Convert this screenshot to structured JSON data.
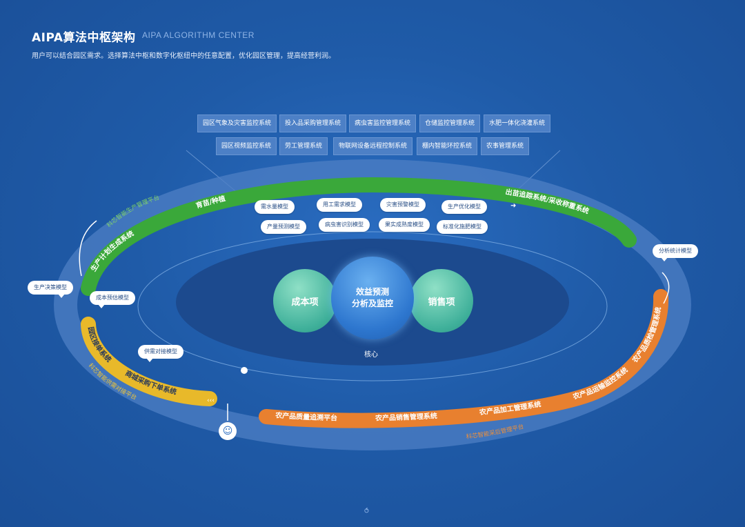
{
  "header": {
    "title": "AIPA算法中枢架构",
    "title_en": "AIPA ALGORITHM CENTER",
    "subtitle": "用户可以结合园区需求。选择算法中枢和数字化枢纽中的任意配置，优化园区管理，提高经营利润。"
  },
  "systems_top": [
    "园区气象及灾害监控系统",
    "投入品采购管理系统",
    "病虫害监控管理系统",
    "仓储监控管理系统",
    "水肥一体化浇灌系统"
  ],
  "systems_bottom": [
    "园区视频监控系统",
    "劳工管理系统",
    "物联网设备远程控制系统",
    "棚内智能环控系统",
    "农事管理系统"
  ],
  "models": {
    "water": "需水量模型",
    "labor": "用工需求模型",
    "disaster": "灾害预警模型",
    "production_opt": "生产优化模型",
    "yield_pred": "产量预测模型",
    "pest_id": "病虫害识别模型",
    "ripeness": "果实成熟度模型",
    "fertilize": "标准化施肥模型",
    "stats": "分析统计模型",
    "decision": "生产决策模型",
    "cost_est": "成本预估模型",
    "supply": "供需对接模型"
  },
  "green_arc": {
    "platform": "科芯智能生产管理平台",
    "plan": "生产计划生成系统",
    "grow": "育苗/种植",
    "trace": "出苗追踪系统/采收称重系统"
  },
  "orange_arc": {
    "platform": "科芯智能采后管理平台",
    "quality_mgmt": "农产品质检管理系统",
    "transport": "农产品运输监控系统",
    "processing": "农产品加工管理系统",
    "sales_mgmt": "农产品销售管理系统",
    "trace_platform": "农产品质量追溯平台"
  },
  "yellow_arc": {
    "platform": "科芯智能供需对接平台",
    "receive": "园区接单系统",
    "purchase": "商城采购下单系统"
  },
  "core": {
    "cost": "成本项",
    "center_line1": "效益预测",
    "center_line2": "分析及监控",
    "sales": "销售项",
    "label": "核心"
  },
  "colors": {
    "background": "#1f5ba8",
    "green": "#3aa83a",
    "orange": "#e8802f",
    "yellow": "#e8b92a",
    "ring": "#4d7fc4"
  }
}
